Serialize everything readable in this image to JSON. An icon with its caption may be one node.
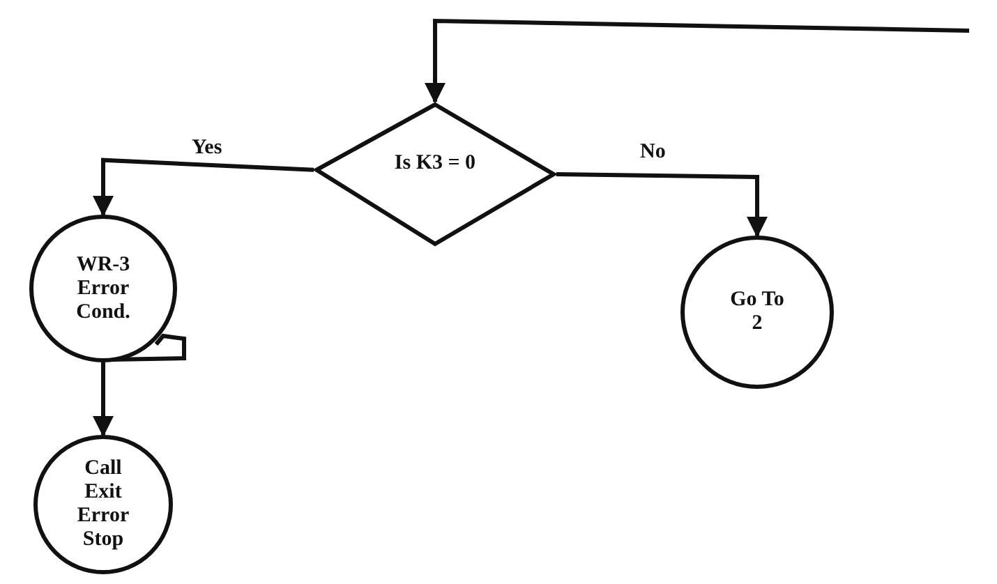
{
  "diagram": {
    "nodes": [
      {
        "text": [
          "Is K3 = 0"
        ]
      },
      {
        "text": [
          "WR-3 Error Cond."
        ]
      },
      {
        "text": [
          "Go To 2"
        ]
      },
      {
        "text": [
          "Call Exit Error Stop"
        ]
      }
    ],
    "edges": [
      {
        "from": null,
        "to": 0,
        "arrow": "to"
      },
      {
        "from": 0,
        "to": 1,
        "arrow": "to",
        "label": "Yes"
      },
      {
        "from": 0,
        "to": 2,
        "arrow": "to",
        "label": "No"
      },
      {
        "from": 1,
        "to": 3,
        "arrow": "to"
      }
    ]
  }
}
